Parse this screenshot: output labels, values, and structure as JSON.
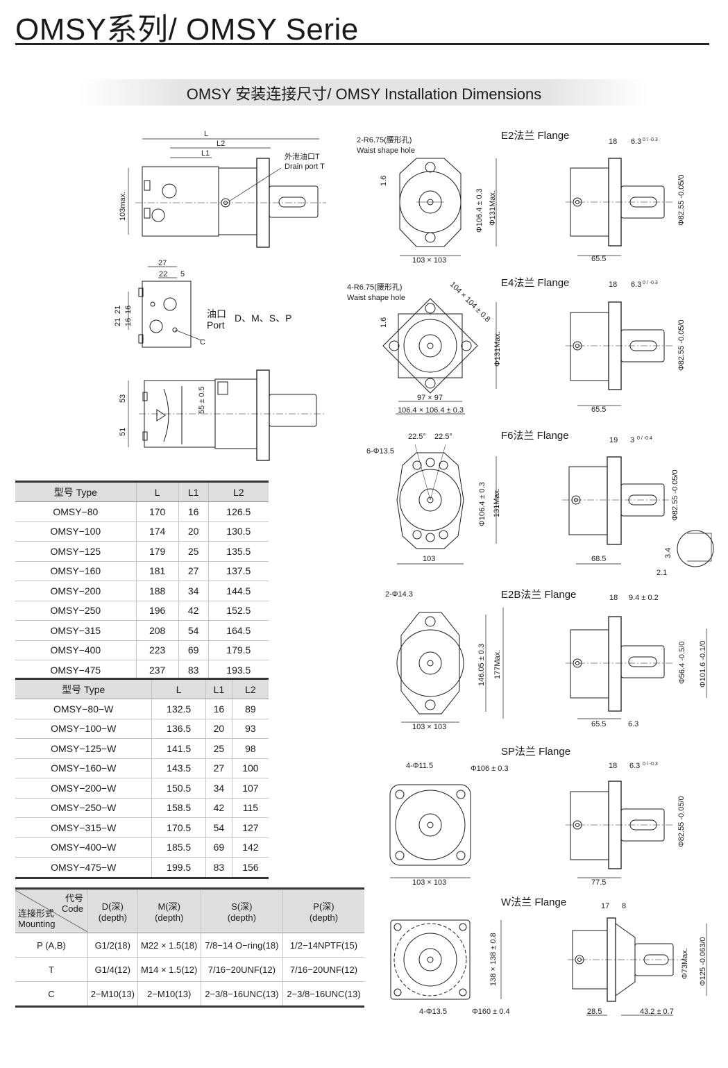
{
  "header": {
    "title": "OMSY系列/ OMSY Serie",
    "subtitle": "OMSY 安装连接尺寸/ OMSY Installation Dimensions"
  },
  "drawings": {
    "main": {
      "L": "L",
      "L2": "L2",
      "L1": "L1",
      "height": "103max.",
      "drain_cn": "外泄油口T",
      "drain_en": "Drain port T"
    },
    "port_view": {
      "d27": "27",
      "d22": "22",
      "d5": "5",
      "v21a": "21",
      "v21b": "21",
      "v16a": "16",
      "v16b": "16",
      "port_cn": "油口",
      "port_en": "Port",
      "port_codes": "D、M、S、P",
      "c_label": "C"
    },
    "side_view": {
      "d53": "53",
      "d51": "51",
      "d55": "55 ± 0.5"
    },
    "flanges": [
      {
        "name": "E2法兰 Flange",
        "hole_cn": "2-R6.75(腰形孔)",
        "hole_en": "Waist shape hole",
        "v16": "1.6",
        "pcd": "Φ106.4 ± 0.3",
        "max": "Φ131Max.",
        "bottom": "103 × 103",
        "s1": "18",
        "s2": "6.3",
        "tol2": "0 / -0.3",
        "shaft": "Φ82.55 -0.05/0",
        "len": "65.5"
      },
      {
        "name": "E4法兰 Flange",
        "hole_cn": "4-R6.75(腰形孔)",
        "hole_en": "Waist shape hole",
        "v16": "1.6",
        "diag": "104 × 104 ± 0.8",
        "max": "Φ131Max.",
        "bottom1": "97 × 97",
        "bottom2": "106.4 × 106.4 ± 0.3",
        "s1": "18",
        "s2": "6.3",
        "tol2": "0 / -0.3",
        "shaft": "Φ82.55 -0.05/0",
        "len": "65.5"
      },
      {
        "name": "F6法兰 Flange",
        "holes": "6-Φ13.5",
        "ang1": "22.5°",
        "ang2": "22.5°",
        "pcd": "Φ106.4 ± 0.3",
        "max": "131Max.",
        "bottom": "103",
        "s1": "19",
        "s2": "3",
        "tol2": "0 / -0.4",
        "shaft": "Φ82.55 -0.05/0",
        "len": "68.5",
        "d34": "3.4",
        "d21": "2.1"
      },
      {
        "name": "E2B法兰 Flange",
        "holes": "2-Φ14.3",
        "pcd": "146.05 ± 0.3",
        "max": "177Max.",
        "bottom": "103 × 103",
        "s1": "18",
        "s2": "9.4 ± 0.2",
        "shaft1": "Φ56.4 -0.5/0",
        "shaft2": "Φ101.6 -0.1/0",
        "len": "65.5",
        "len2": "6.3"
      },
      {
        "name": "SP法兰 Flange",
        "holes": "4-Φ11.5",
        "pcd": "Φ106 ± 0.3",
        "bottom": "103 × 103",
        "s1": "18",
        "s2": "6.3",
        "tol2": "0 / -0.3",
        "shaft": "Φ82.55 -0.05/0",
        "len": "77.5"
      },
      {
        "name": "W法兰 Flange",
        "sq": "138 × 138 ± 0.8",
        "holes": "4-Φ13.5",
        "pcd": "Φ160 ± 0.4",
        "s1": "17",
        "s2": "8",
        "shaft1": "Φ73Max.",
        "shaft2": "Φ125 -0.063/0",
        "len": "28.5",
        "len2": "43.2 ± 0.7"
      }
    ]
  },
  "table_standard": {
    "headers": [
      "型号 Type",
      "L",
      "L1",
      "L2"
    ],
    "rows": [
      [
        "OMSY−80",
        "170",
        "16",
        "126.5"
      ],
      [
        "OMSY−100",
        "174",
        "20",
        "130.5"
      ],
      [
        "OMSY−125",
        "179",
        "25",
        "135.5"
      ],
      [
        "OMSY−160",
        "181",
        "27",
        "137.5"
      ],
      [
        "OMSY−200",
        "188",
        "34",
        "144.5"
      ],
      [
        "OMSY−250",
        "196",
        "42",
        "152.5"
      ],
      [
        "OMSY−315",
        "208",
        "54",
        "164.5"
      ],
      [
        "OMSY−400",
        "223",
        "69",
        "179.5"
      ],
      [
        "OMSY−475",
        "237",
        "83",
        "193.5"
      ]
    ]
  },
  "table_w": {
    "headers": [
      "型号 Type",
      "L",
      "L1",
      "L2"
    ],
    "rows": [
      [
        "OMSY−80−W",
        "132.5",
        "16",
        "89"
      ],
      [
        "OMSY−100−W",
        "136.5",
        "20",
        "93"
      ],
      [
        "OMSY−125−W",
        "141.5",
        "25",
        "98"
      ],
      [
        "OMSY−160−W",
        "143.5",
        "27",
        "100"
      ],
      [
        "OMSY−200−W",
        "150.5",
        "34",
        "107"
      ],
      [
        "OMSY−250−W",
        "158.5",
        "42",
        "115"
      ],
      [
        "OMSY−315−W",
        "170.5",
        "54",
        "127"
      ],
      [
        "OMSY−400−W",
        "185.5",
        "69",
        "142"
      ],
      [
        "OMSY−475−W",
        "199.5",
        "83",
        "156"
      ]
    ]
  },
  "table_ports": {
    "corner": {
      "code_cn": "代号",
      "code_en": "Code",
      "mount_cn": "连接形式",
      "mount_en": "Mounting"
    },
    "headers": [
      {
        "cn": "D(深)",
        "en": "(depth)"
      },
      {
        "cn": "M(深)",
        "en": "(depth)"
      },
      {
        "cn": "S(深)",
        "en": "(depth)"
      },
      {
        "cn": "P(深)",
        "en": "(depth)"
      }
    ],
    "rows": [
      [
        "P (A,B)",
        "G1/2(18)",
        "M22 × 1.5(18)",
        "7/8−14 O−ring(18)",
        "1/2−14NPTF(15)"
      ],
      [
        "T",
        "G1/4(12)",
        "M14 × 1.5(12)",
        "7/16−20UNF(12)",
        "7/16−20UNF(12)"
      ],
      [
        "C",
        "2−M10(13)",
        "2−M10(13)",
        "2−3/8−16UNC(13)",
        "2−3/8−16UNC(13)"
      ]
    ]
  }
}
